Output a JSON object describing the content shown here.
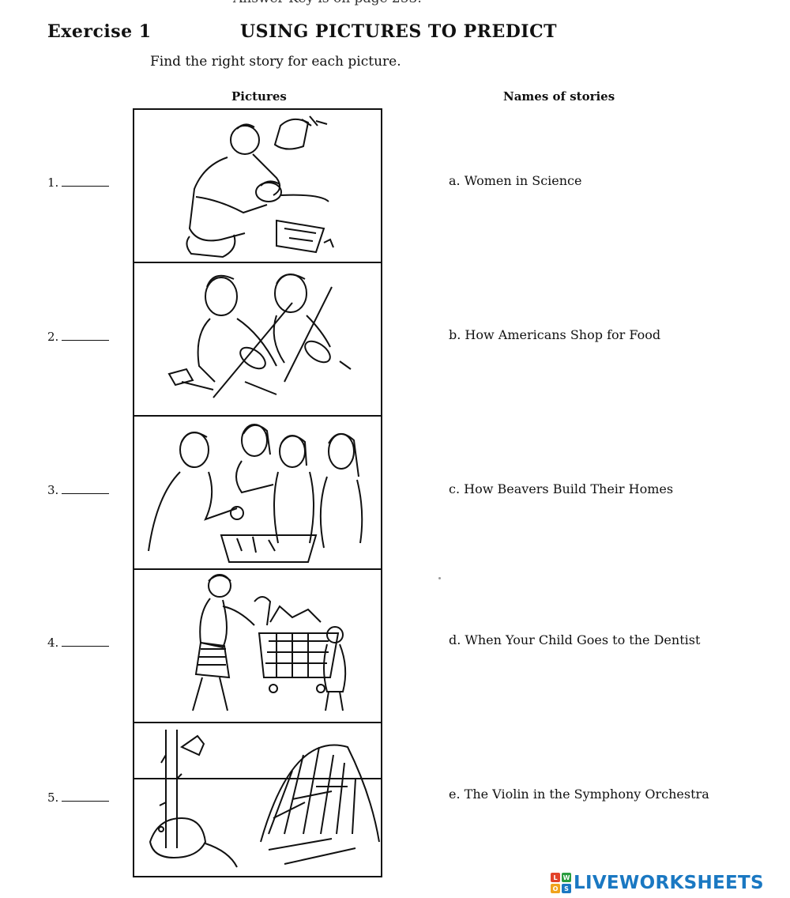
{
  "header": {
    "cutoff_text": "Answer Key is on page 253.",
    "exercise_label": "Exercise 1",
    "exercise_title": "USING PICTURES TO PREDICT",
    "instructions": "Find the right story for each picture."
  },
  "columns": {
    "pictures": "Pictures",
    "stories": "Names of stories"
  },
  "items": [
    {
      "number": "1.",
      "picture": "dentist-with-child-picture"
    },
    {
      "number": "2.",
      "picture": "two-violinists-picture"
    },
    {
      "number": "3.",
      "picture": "women-in-laboratory-picture"
    },
    {
      "number": "4.",
      "picture": "woman-shopping-cart-picture"
    },
    {
      "number": "5.",
      "picture": "beaver-lodge-picture"
    }
  ],
  "stories": [
    "a. Women in Science",
    "b. How Americans Shop for Food",
    "c. How Beavers Build Their Homes",
    "d. When Your Child Goes to the Dentist",
    "e. The Violin in the Symphony Orchestra"
  ],
  "brand": {
    "name": "LIVEWORKSHEETS",
    "logo_letters": [
      "L",
      "W",
      "O",
      "S"
    ],
    "logo_colors": [
      "#e2432a",
      "#2a9d3f",
      "#f0a31c",
      "#1a78c2"
    ],
    "text_color": "#1a78c2"
  }
}
